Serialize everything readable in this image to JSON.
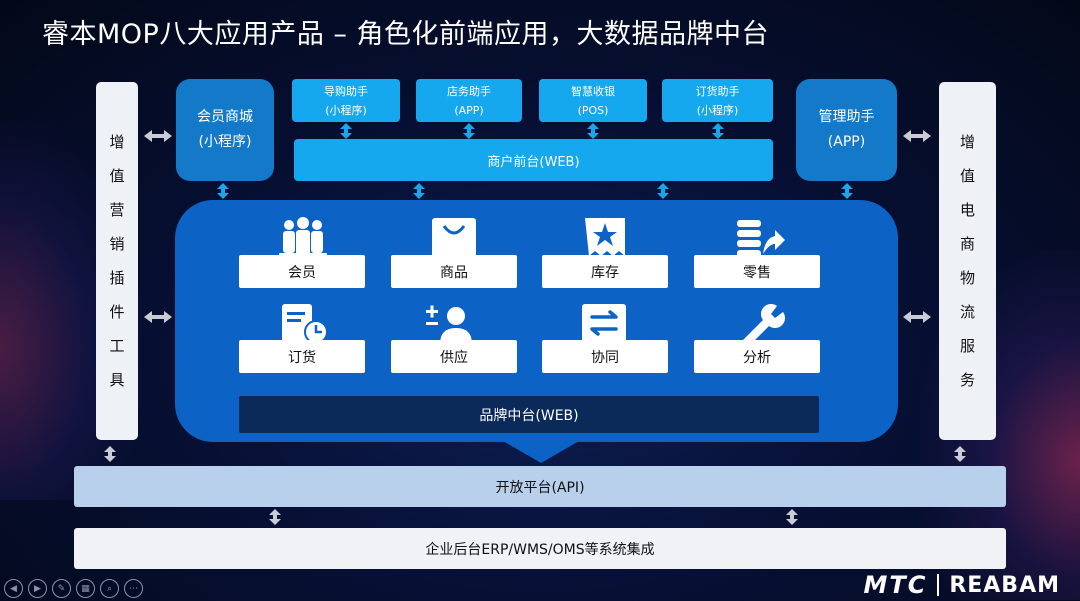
{
  "title": "睿本MOP八大应用产品 – 角色化前端应用，大数据品牌中台",
  "left_bar": [
    "增",
    "值",
    "营",
    "销",
    "插",
    "件",
    "工",
    "具"
  ],
  "right_bar": [
    "增",
    "值",
    "电",
    "商",
    "物",
    "流",
    "服",
    "务"
  ],
  "member_mall": {
    "line1": "会员商城",
    "line2": "(小程序)"
  },
  "mgmt_assistant": {
    "line1": "管理助手",
    "line2": "(APP)"
  },
  "top_apps": [
    {
      "line1": "导购助手",
      "line2": "(小程序)"
    },
    {
      "line1": "店务助手",
      "line2": "(APP)"
    },
    {
      "line1": "智慧收银",
      "line2": "(POS)"
    },
    {
      "line1": "订货助手",
      "line2": "(小程序)"
    }
  ],
  "merchant_front": "商户前台(WEB)",
  "modules": [
    "会员",
    "商品",
    "库存",
    "零售",
    "订货",
    "供应",
    "协同",
    "分析"
  ],
  "brand_center": "品牌中台(WEB)",
  "open_platform": "开放平台(API)",
  "erp_integration": "企业后台ERP/WMS/OMS等系统集成",
  "logo": {
    "left": "MTC",
    "right": "REABAM"
  },
  "colors": {
    "core_blue": "#0c63c5",
    "cyan": "#16a8ee",
    "dark_box": "#1479c8"
  }
}
